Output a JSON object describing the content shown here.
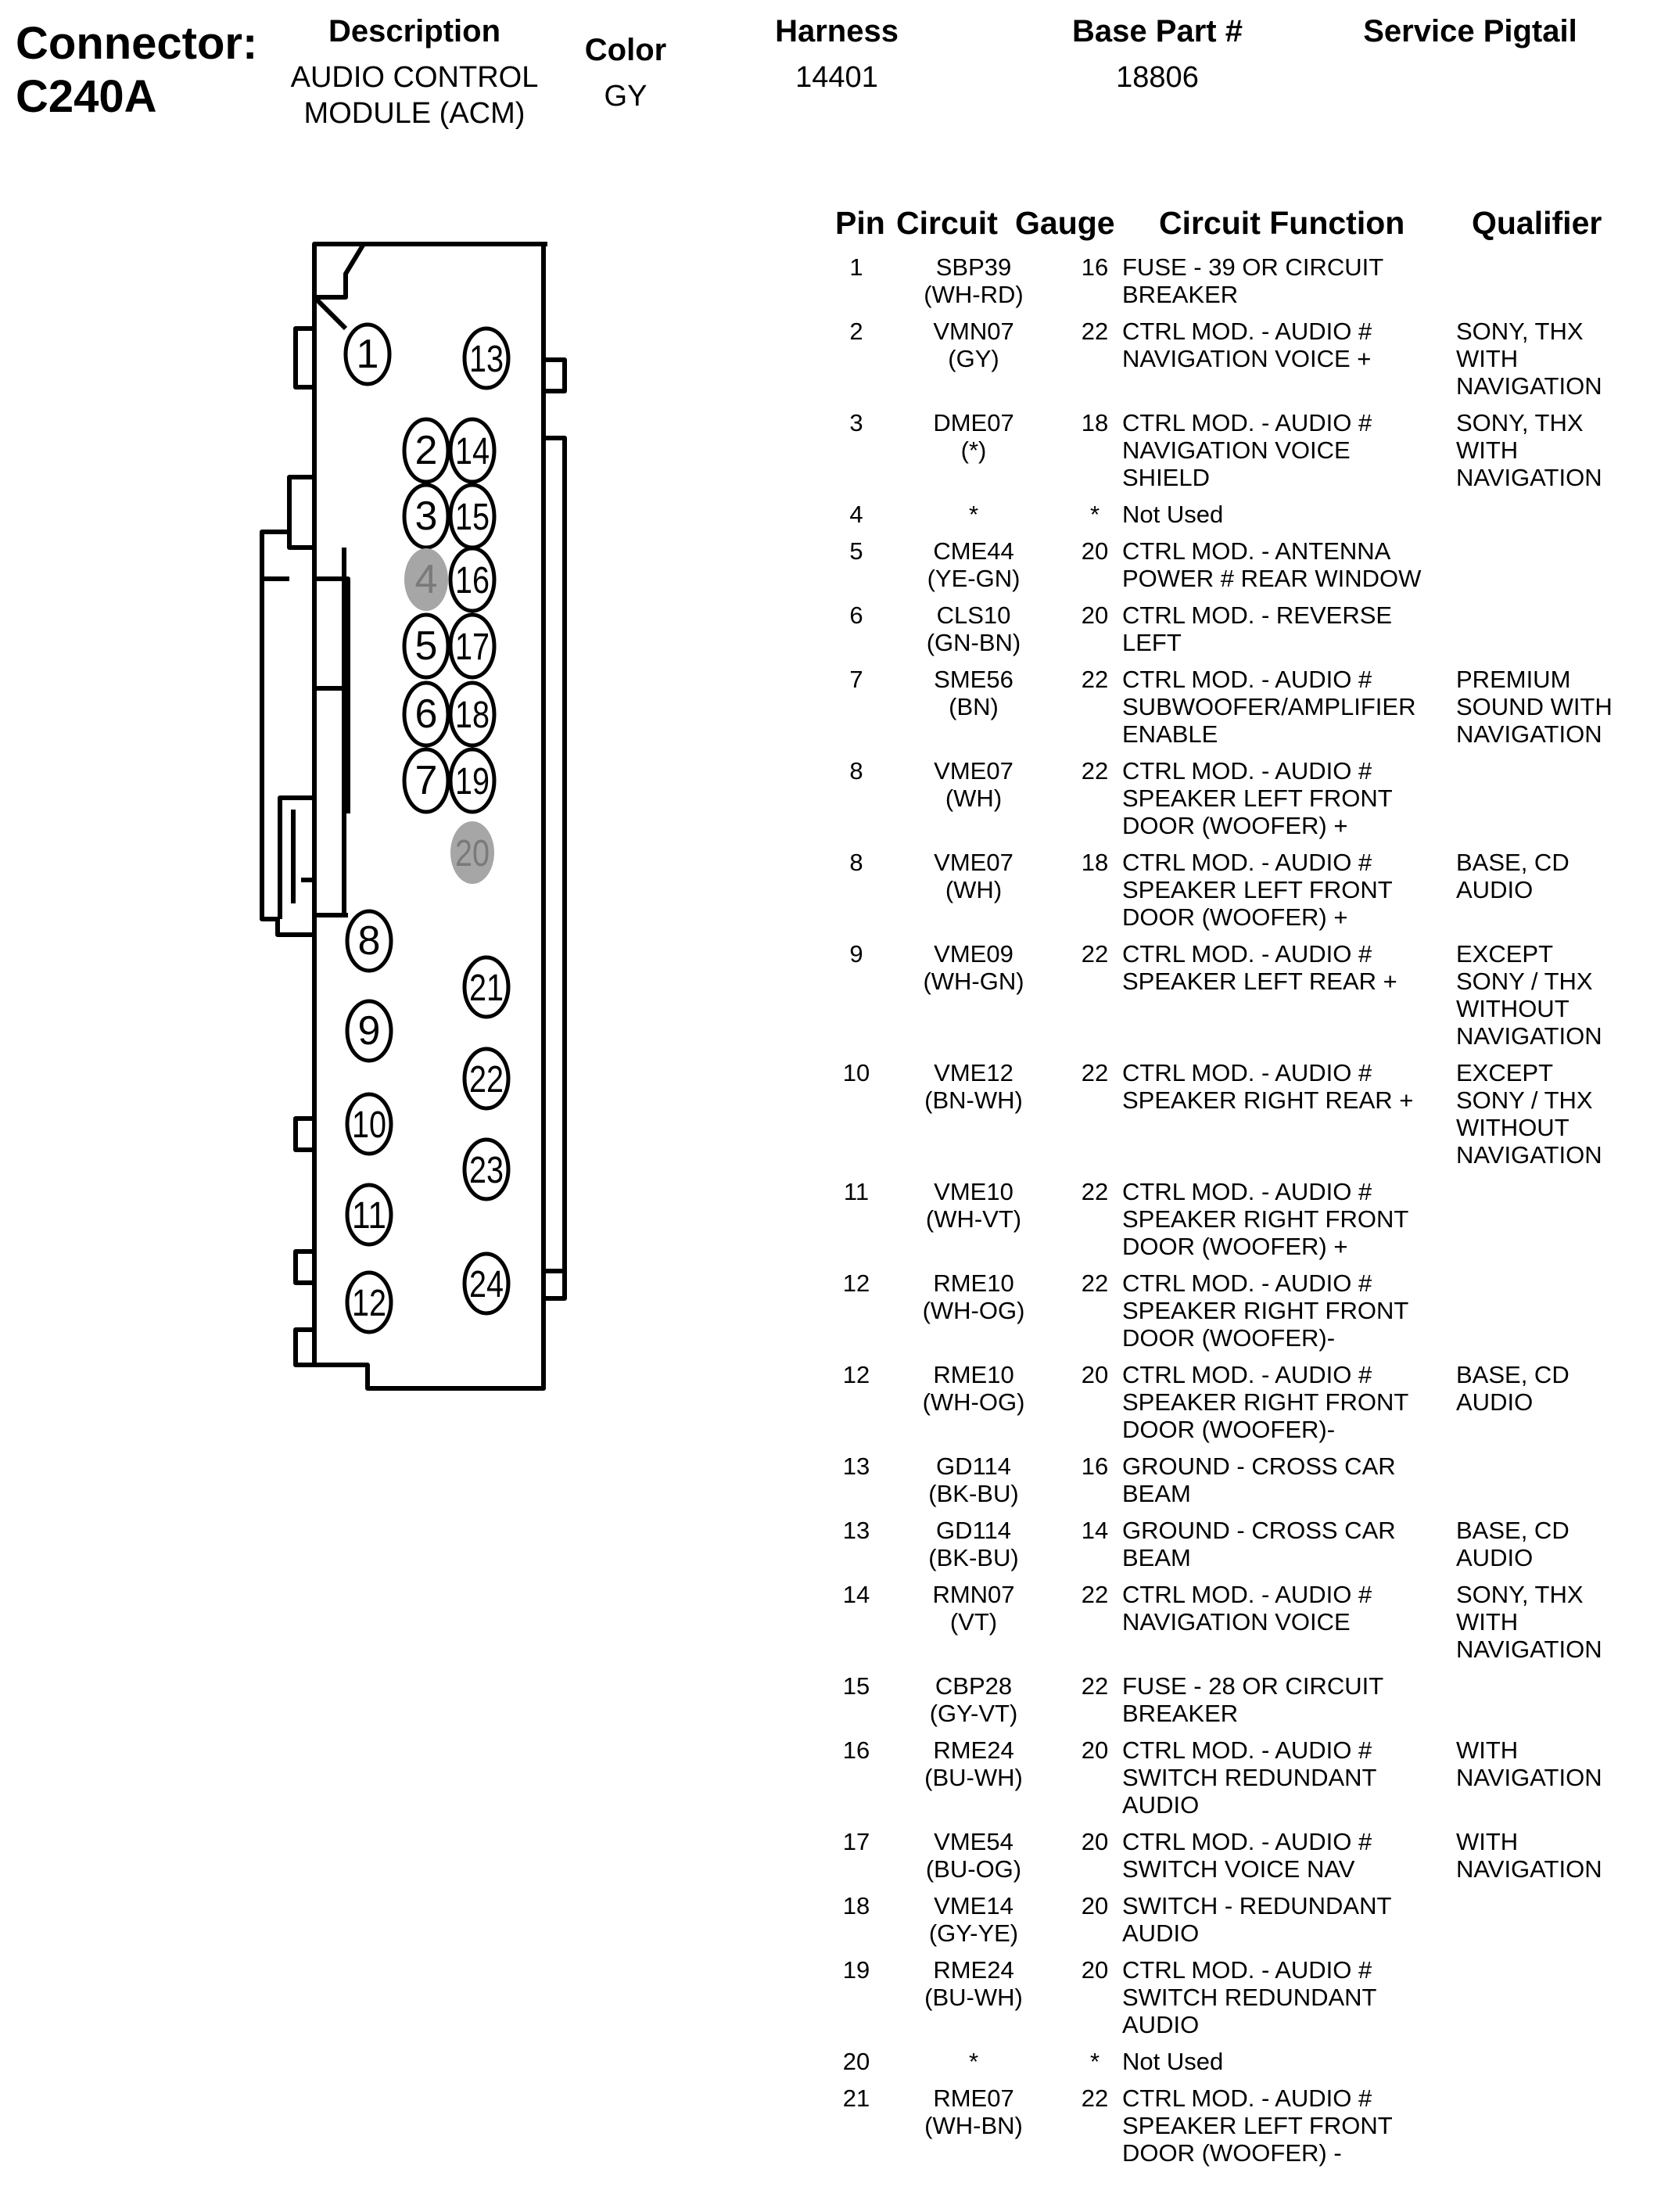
{
  "header": {
    "connector_label": "Connector:",
    "connector_id": "C240A",
    "description_label": "Description",
    "description_value": "AUDIO CONTROL\nMODULE (ACM)",
    "color_label": "Color",
    "color_value": "GY",
    "harness_label": "Harness",
    "harness_value": "14401",
    "base_part_label": "Base Part #",
    "base_part_value": "18806",
    "service_pigtail_label": "Service Pigtail"
  },
  "diagram": {
    "pins": [
      "1",
      "2",
      "3",
      "4",
      "5",
      "6",
      "7",
      "8",
      "9",
      "10",
      "11",
      "12",
      "13",
      "14",
      "15",
      "16",
      "17",
      "18",
      "19",
      "20",
      "21",
      "22",
      "23",
      "24"
    ],
    "unused_pins": [
      "4",
      "20"
    ],
    "unused_fill": "#a6a6a6"
  },
  "table": {
    "columns": [
      "Pin",
      "Circuit",
      "Gauge",
      "Circuit Function",
      "Qualifier"
    ],
    "rows": [
      {
        "pin": "1",
        "circuit": "SBP39\n(WH-RD)",
        "gauge": "16",
        "function": "FUSE - 39 OR CIRCUIT\nBREAKER",
        "qualifier": ""
      },
      {
        "pin": "2",
        "circuit": "VMN07\n(GY)",
        "gauge": "22",
        "function": "CTRL MOD. - AUDIO #\nNAVIGATION VOICE +",
        "qualifier": "SONY, THX\nWITH\nNAVIGATION"
      },
      {
        "pin": "3",
        "circuit": "DME07\n(*)",
        "gauge": "18",
        "function": "CTRL MOD. - AUDIO #\nNAVIGATION VOICE\nSHIELD",
        "qualifier": "SONY, THX\nWITH\nNAVIGATION"
      },
      {
        "pin": "4",
        "circuit": "*",
        "gauge": "*",
        "function": "Not Used",
        "qualifier": ""
      },
      {
        "pin": "5",
        "circuit": "CME44\n(YE-GN)",
        "gauge": "20",
        "function": "CTRL MOD. - ANTENNA\nPOWER # REAR WINDOW",
        "qualifier": ""
      },
      {
        "pin": "6",
        "circuit": "CLS10\n(GN-BN)",
        "gauge": "20",
        "function": "CTRL MOD. - REVERSE\nLEFT",
        "qualifier": ""
      },
      {
        "pin": "7",
        "circuit": "SME56\n(BN)",
        "gauge": "22",
        "function": "CTRL MOD. - AUDIO #\nSUBWOOFER/AMPLIFIER\nENABLE",
        "qualifier": "PREMIUM\nSOUND WITH\nNAVIGATION"
      },
      {
        "pin": "8",
        "circuit": "VME07\n(WH)",
        "gauge": "22",
        "function": "CTRL MOD. - AUDIO #\nSPEAKER LEFT FRONT\nDOOR (WOOFER) +",
        "qualifier": ""
      },
      {
        "pin": "8",
        "circuit": "VME07\n(WH)",
        "gauge": "18",
        "function": "CTRL MOD. - AUDIO #\nSPEAKER LEFT FRONT\nDOOR (WOOFER) +",
        "qualifier": "BASE, CD\nAUDIO"
      },
      {
        "pin": "9",
        "circuit": "VME09\n(WH-GN)",
        "gauge": "22",
        "function": "CTRL MOD. - AUDIO #\nSPEAKER LEFT REAR +",
        "qualifier": "EXCEPT\nSONY / THX\nWITHOUT\nNAVIGATION"
      },
      {
        "pin": "10",
        "circuit": "VME12\n(BN-WH)",
        "gauge": "22",
        "function": "CTRL MOD. - AUDIO #\nSPEAKER RIGHT REAR +",
        "qualifier": "EXCEPT\nSONY / THX\nWITHOUT\nNAVIGATION"
      },
      {
        "pin": "11",
        "circuit": "VME10\n(WH-VT)",
        "gauge": "22",
        "function": "CTRL MOD. - AUDIO #\nSPEAKER RIGHT FRONT\nDOOR (WOOFER) +",
        "qualifier": ""
      },
      {
        "pin": "12",
        "circuit": "RME10\n(WH-OG)",
        "gauge": "22",
        "function": "CTRL MOD. - AUDIO #\nSPEAKER RIGHT FRONT\nDOOR (WOOFER)-",
        "qualifier": ""
      },
      {
        "pin": "12",
        "circuit": "RME10\n(WH-OG)",
        "gauge": "20",
        "function": "CTRL MOD. - AUDIO #\nSPEAKER RIGHT FRONT\nDOOR (WOOFER)-",
        "qualifier": "BASE, CD\nAUDIO"
      },
      {
        "pin": "13",
        "circuit": "GD114\n(BK-BU)",
        "gauge": "16",
        "function": "GROUND - CROSS CAR\nBEAM",
        "qualifier": ""
      },
      {
        "pin": "13",
        "circuit": "GD114\n(BK-BU)",
        "gauge": "14",
        "function": "GROUND - CROSS CAR\nBEAM",
        "qualifier": "BASE, CD\nAUDIO"
      },
      {
        "pin": "14",
        "circuit": "RMN07\n(VT)",
        "gauge": "22",
        "function": "CTRL MOD. - AUDIO #\nNAVIGATION VOICE",
        "qualifier": "SONY, THX\nWITH\nNAVIGATION"
      },
      {
        "pin": "15",
        "circuit": "CBP28\n(GY-VT)",
        "gauge": "22",
        "function": "FUSE - 28 OR CIRCUIT\nBREAKER",
        "qualifier": ""
      },
      {
        "pin": "16",
        "circuit": "RME24\n(BU-WH)",
        "gauge": "20",
        "function": "CTRL MOD. - AUDIO #\nSWITCH REDUNDANT\nAUDIO",
        "qualifier": "WITH\nNAVIGATION"
      },
      {
        "pin": "17",
        "circuit": "VME54\n(BU-OG)",
        "gauge": "20",
        "function": "CTRL MOD. - AUDIO #\nSWITCH VOICE NAV",
        "qualifier": "WITH\nNAVIGATION"
      },
      {
        "pin": "18",
        "circuit": "VME14\n(GY-YE)",
        "gauge": "20",
        "function": "SWITCH - REDUNDANT\nAUDIO",
        "qualifier": ""
      },
      {
        "pin": "19",
        "circuit": "RME24\n(BU-WH)",
        "gauge": "20",
        "function": "CTRL MOD. - AUDIO #\nSWITCH REDUNDANT\nAUDIO",
        "qualifier": ""
      },
      {
        "pin": "20",
        "circuit": "*",
        "gauge": "*",
        "function": "Not Used",
        "qualifier": ""
      },
      {
        "pin": "21",
        "circuit": "RME07\n(WH-BN)",
        "gauge": "22",
        "function": "CTRL MOD. - AUDIO #\nSPEAKER LEFT FRONT\nDOOR (WOOFER) -",
        "qualifier": ""
      }
    ]
  }
}
